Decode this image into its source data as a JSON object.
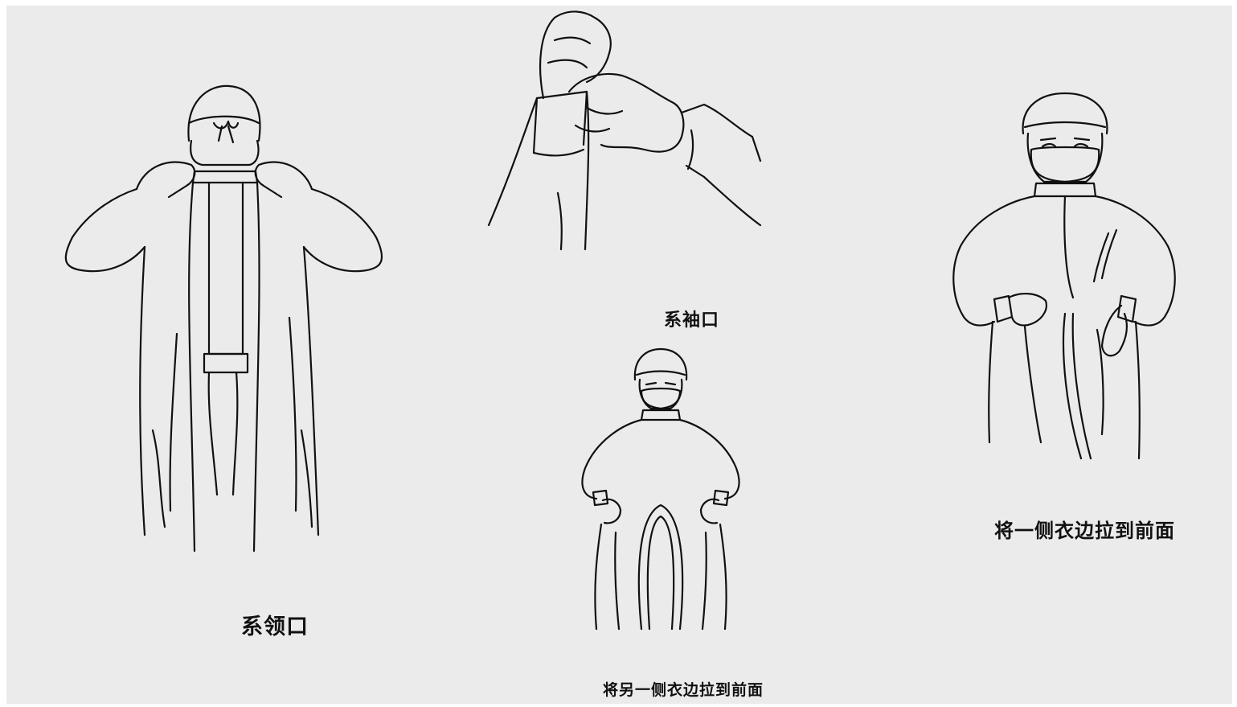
{
  "panels": [
    {
      "id": "tie-collar",
      "caption": "系领口"
    },
    {
      "id": "tie-cuff",
      "caption": "系袖口"
    },
    {
      "id": "pull-one-side",
      "caption": "将一侧衣边拉到前面"
    },
    {
      "id": "pull-other-side",
      "caption": "将另一侧衣边拉到前面"
    }
  ],
  "colors": {
    "background": "#ebebeb",
    "line": "#111111"
  }
}
